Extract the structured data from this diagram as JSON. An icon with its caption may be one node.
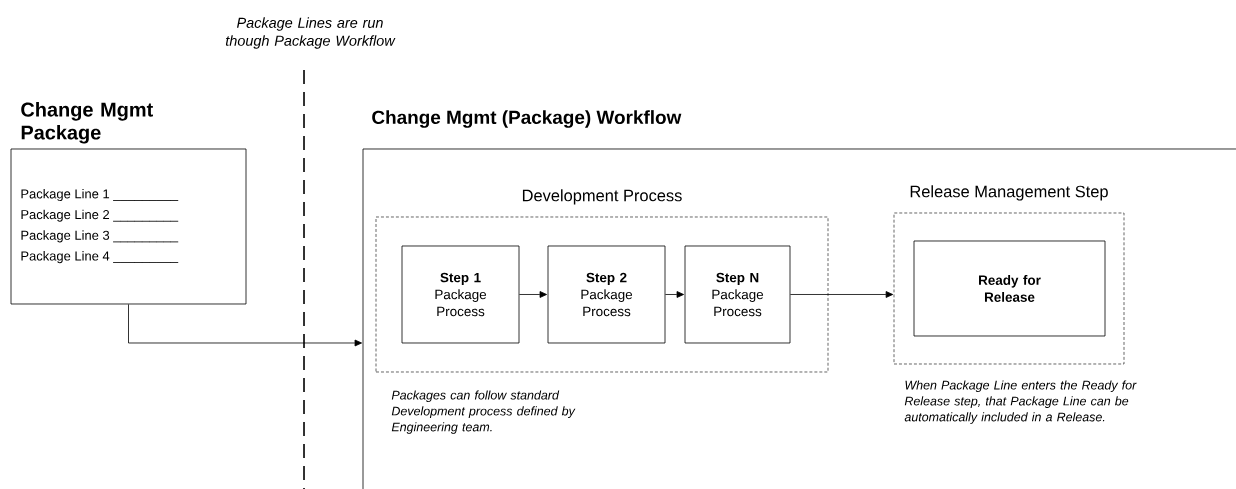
{
  "diagram": {
    "nodes": [
      {
        "text": [
          "Change Mgmt Package",
          "Package Line 1 _________",
          "Package Line 2 _________",
          "Package Line 3 _________",
          "Package Line 4 _________"
        ]
      },
      {
        "text": [
          "Change Mgmt (Package) Workflow"
        ]
      },
      {
        "text": [
          "Development Process"
        ],
        "in": 1,
        "beside": [
          "Packages can follow standard Development process defined by Engineering team."
        ]
      },
      {
        "text": [
          "Step 1",
          "Package Process"
        ],
        "in": 2
      },
      {
        "text": [
          "Step 2",
          "Package Process"
        ],
        "in": 2
      },
      {
        "text": [
          "Step N",
          "Package Process"
        ],
        "in": 2
      },
      {
        "text": [
          "Release Management Step"
        ],
        "in": 1,
        "beside": [
          "When Package Line enters the Ready for Release step, that Package Line can be automatically included in a Release."
        ]
      },
      {
        "text": [
          "Ready for Release"
        ],
        "in": 6
      }
    ],
    "edges": [
      {
        "from": 0,
        "to": 1,
        "arrow": "to"
      },
      {
        "from": 3,
        "to": 4,
        "arrow": "to"
      },
      {
        "from": 4,
        "to": 5,
        "arrow": "to"
      },
      {
        "from": 5,
        "to": 6,
        "arrow": "to"
      }
    ],
    "labels": [
      "Package Lines are run though Package Workflow"
    ]
  }
}
